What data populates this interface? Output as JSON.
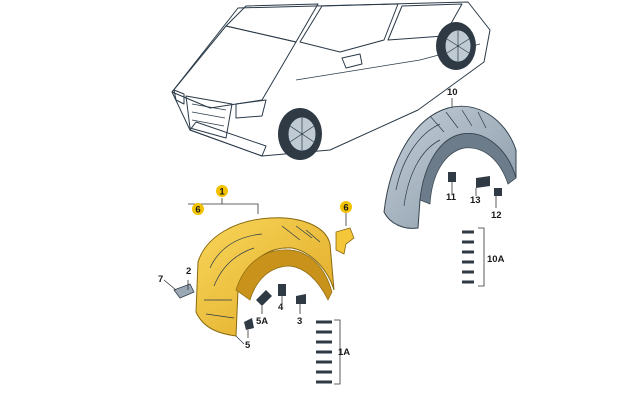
{
  "labels": {
    "l1": "1",
    "l6a": "6",
    "l6b": "6",
    "l7": "7",
    "l2": "2",
    "l4": "4",
    "l5a": "5A",
    "l3": "3",
    "l5": "5",
    "l1a": "1A",
    "l10": "10",
    "l11": "11",
    "l13": "13",
    "l12": "12",
    "l10a": "10A"
  },
  "colors": {
    "highlight_badge": "#f2c200",
    "liner_yellow": "#f4c63a",
    "liner_yellow_dark": "#d9a21c",
    "liner_grey": "#aebbc8",
    "liner_grey_dark": "#7d8c9a",
    "car_body": "#a9b6c2",
    "car_dark": "#3e4a56"
  },
  "icons": [
    "car-illustration",
    "wheel-arch-liner-front",
    "wheel-arch-liner-rear",
    "bolt-icon",
    "clip-icon",
    "bracket-icon"
  ]
}
